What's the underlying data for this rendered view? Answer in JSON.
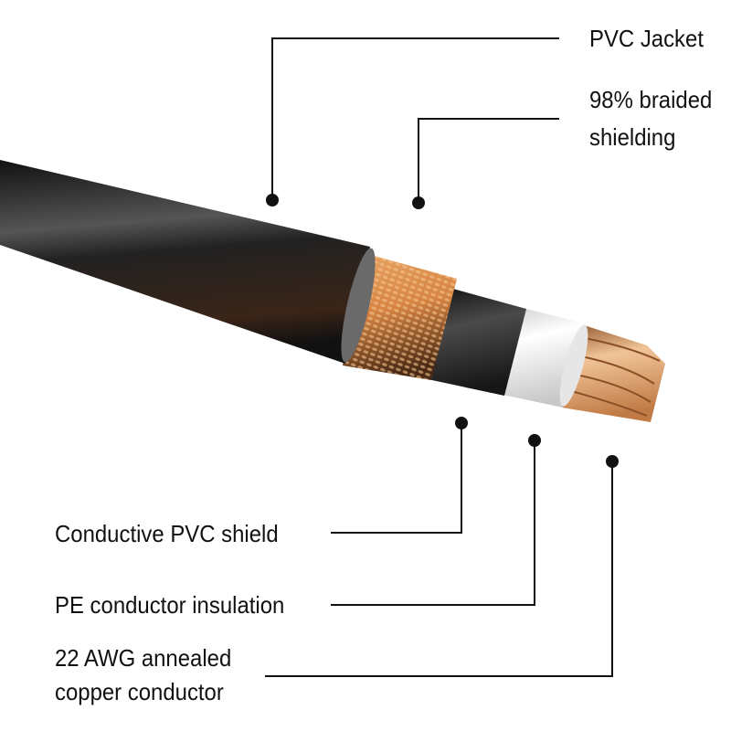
{
  "labels": {
    "pvc_jacket": "PVC Jacket",
    "braided_line1": "98% braided",
    "braided_line2": "shielding",
    "conductive_shield": "Conductive PVC shield",
    "pe_insulation": "PE conductor insulation",
    "copper_line1": "22 AWG annealed",
    "copper_line2": "copper conductor"
  },
  "colors": {
    "jacket": "#1a1a1a",
    "braid": "#d98a4a",
    "insulation": "#f2f2f2",
    "copper": "#d9a06b",
    "leader": "#111111"
  }
}
